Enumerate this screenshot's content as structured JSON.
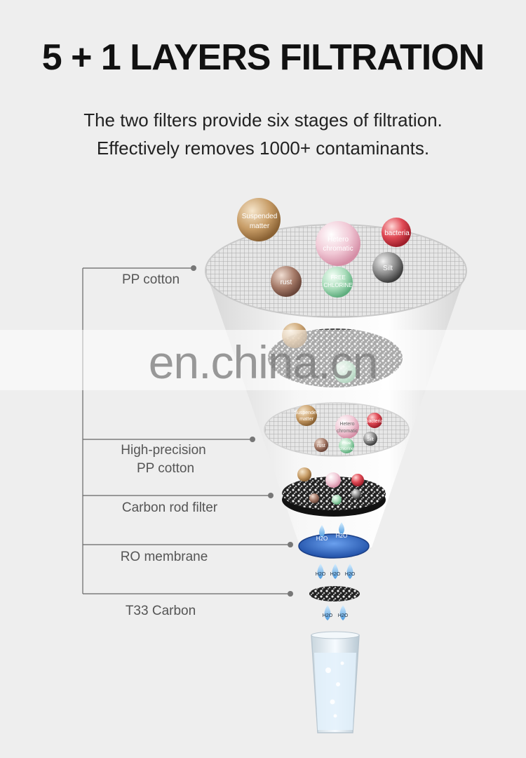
{
  "title": "5 + 1 LAYERS FILTRATION",
  "subtitle_line1": "The two filters provide six stages of filtration.",
  "subtitle_line2": "Effectively removes 1000+ contaminants.",
  "layers": [
    {
      "label": "PP cotton"
    },
    {
      "label_line1": "High-precision",
      "label_line2": "PP cotton"
    },
    {
      "label": "Carbon rod filter"
    },
    {
      "label": "RO membrane"
    },
    {
      "label": "T33 Carbon"
    }
  ],
  "contaminants": {
    "suspended_line1": "Suspended",
    "suspended_line2": "matter",
    "hetero_line1": "Hetero",
    "hetero_line2": "chromatic",
    "bacteria": "bacteria",
    "silt": "Silt",
    "rust": "rust",
    "free_chlorine_line1": "FREE",
    "free_chlorine_line2": "CHLORINE"
  },
  "small_contaminants": {
    "suspended_line1": "Suspended",
    "suspended_line2": "matter",
    "hetero_line1": "Hetero",
    "hetero_line2": "chromatic",
    "bacteria": "bacteria",
    "silt": "Silt",
    "rust": "rust",
    "free_chlorine_line1": "Free",
    "free_chlorine_line2": "chlorine"
  },
  "water": "H2O",
  "watermark": "en.china.cn",
  "colors": {
    "suspended": "#b48a55",
    "hetero": "#e9b6c6",
    "bacteria": "#d9414b",
    "silt": "#6d6d6d",
    "rust": "#9c7060",
    "chlorine": "#7cc89a",
    "ro": "#2f68c6",
    "droplet": "#5aa7e0"
  }
}
